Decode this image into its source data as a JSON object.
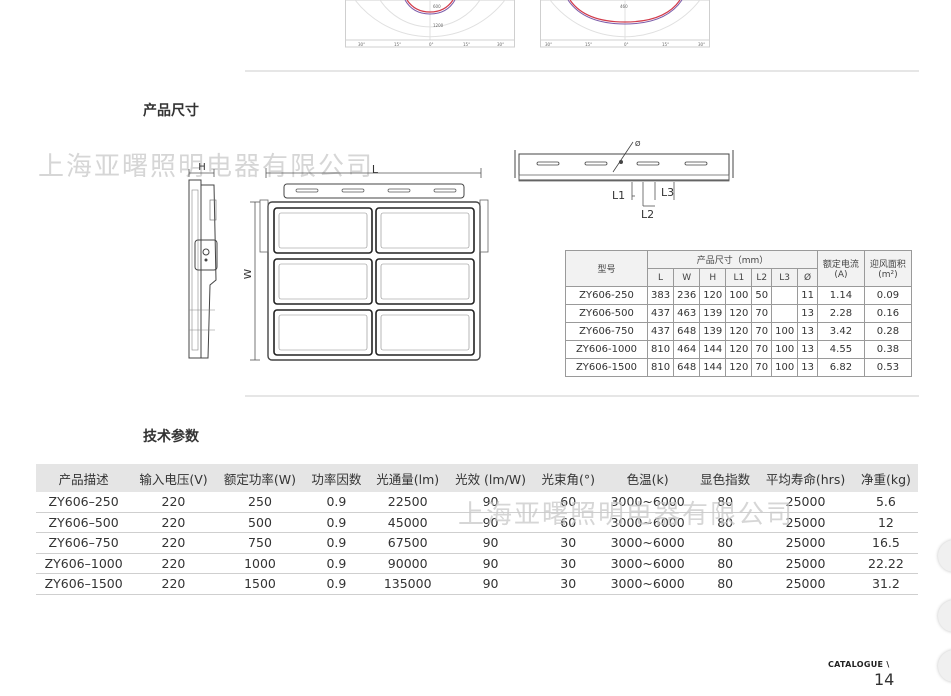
{
  "top_graphs": {
    "left_labels": [
      "600",
      "1200"
    ],
    "right_label": "460",
    "x_ticks": [
      "30°",
      "15°",
      "0°",
      "15°",
      "30°"
    ]
  },
  "sections": {
    "size_title": "产品尺寸",
    "tech_title": "技术参数"
  },
  "watermark": "上海亚曙照明电器有限公司",
  "drawing_labels": {
    "H": "H",
    "L": "L",
    "W": "W",
    "L1": "L1",
    "L2": "L2",
    "L3": "L3",
    "phi": "Ø"
  },
  "dim_table": {
    "h_model": "型号",
    "h_size": "产品尺寸（mm）",
    "h_current": "额定电流",
    "h_current_unit": "(A)",
    "h_wind": "迎风面积",
    "h_wind_unit": "(m²)",
    "subheaders": [
      "L",
      "W",
      "H",
      "L1",
      "L2",
      "L3",
      "Ø"
    ],
    "rows": [
      [
        "ZY606-250",
        "383",
        "236",
        "120",
        "100",
        "50",
        "",
        "11",
        "1.14",
        "0.09"
      ],
      [
        "ZY606-500",
        "437",
        "463",
        "139",
        "120",
        "70",
        "",
        "13",
        "2.28",
        "0.16"
      ],
      [
        "ZY606-750",
        "437",
        "648",
        "139",
        "120",
        "70",
        "100",
        "13",
        "3.42",
        "0.28"
      ],
      [
        "ZY606-1000",
        "810",
        "464",
        "144",
        "120",
        "70",
        "100",
        "13",
        "4.55",
        "0.38"
      ],
      [
        "ZY606-1500",
        "810",
        "648",
        "144",
        "120",
        "70",
        "100",
        "13",
        "6.82",
        "0.53"
      ]
    ]
  },
  "spec_table": {
    "headers": [
      "产品描述",
      "输入电压(V)",
      "额定功率(W)",
      "功率因数",
      "光通量(lm)",
      "光效 (lm/W)",
      "光束角(°)",
      "色温(k)",
      "显色指数",
      "平均寿命(hrs)",
      "净重(kg)"
    ],
    "rows": [
      [
        "ZY606–250",
        "220",
        "250",
        "0.9",
        "22500",
        "90",
        "60",
        "3000~6000",
        "80",
        "25000",
        "5.6"
      ],
      [
        "ZY606–500",
        "220",
        "500",
        "0.9",
        "45000",
        "90",
        "60",
        "3000~6000",
        "80",
        "25000",
        "12"
      ],
      [
        "ZY606–750",
        "220",
        "750",
        "0.9",
        "67500",
        "90",
        "30",
        "3000~6000",
        "80",
        "25000",
        "16.5"
      ],
      [
        "ZY606–1000",
        "220",
        "1000",
        "0.9",
        "90000",
        "90",
        "30",
        "3000~6000",
        "80",
        "25000",
        "22.22"
      ],
      [
        "ZY606–1500",
        "220",
        "1500",
        "0.9",
        "135000",
        "90",
        "30",
        "3000~6000",
        "80",
        "25000",
        "31.2"
      ]
    ]
  },
  "footer": {
    "catalogue": "CATALOGUE \\",
    "page": "14"
  },
  "colors": {
    "curve_red": "#d23a4a",
    "curve_purple": "#7a5aa8",
    "rule": "#e6e6e6",
    "table_head": "#e5e5e5"
  }
}
